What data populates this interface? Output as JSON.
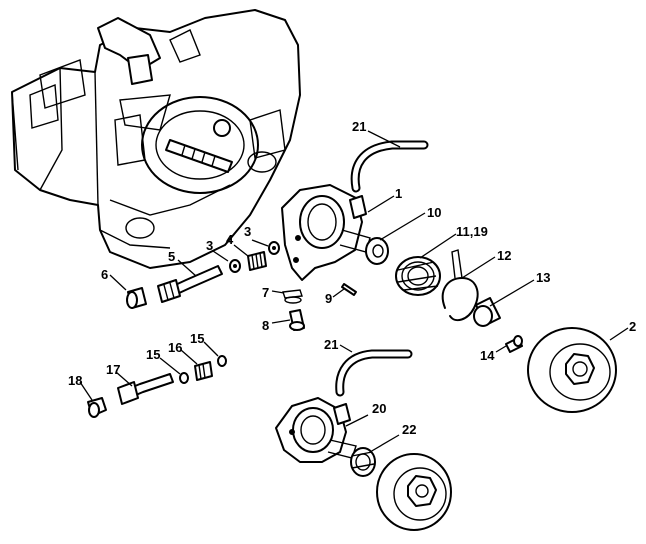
{
  "labels": {
    "p1": "1",
    "p2": "2",
    "p3a": "3",
    "p3b": "3",
    "p4": "4",
    "p5": "5",
    "p6": "6",
    "p7": "7",
    "p8": "8",
    "p9": "9",
    "p10": "10",
    "p11_19": "11,19",
    "p12": "12",
    "p13": "13",
    "p14": "14",
    "p15a": "15",
    "p15b": "15",
    "p16": "16",
    "p17": "17",
    "p18": "18",
    "p20": "20",
    "p21a": "21",
    "p21b": "21",
    "p22": "22"
  },
  "colors": {
    "ink": "#000000",
    "paper": "#ffffff"
  }
}
